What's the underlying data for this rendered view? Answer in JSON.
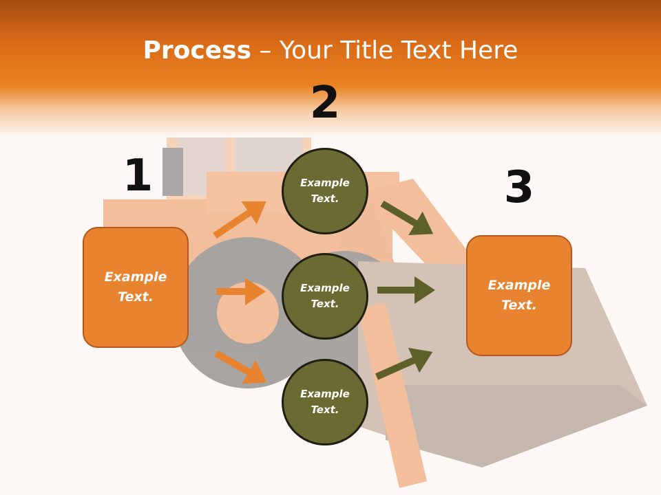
{
  "slide": {
    "title_bold": "Process",
    "title_rest": " – Your Title Text Here"
  },
  "steps": {
    "number_1": "1",
    "number_2": "2",
    "number_3": "3"
  },
  "left_box": {
    "text_line1": "Example",
    "text_line2": "Text."
  },
  "right_box": {
    "text_line1": "Example",
    "text_line2": "Text."
  },
  "circles": [
    {
      "line1": "Example",
      "line2": "Text."
    },
    {
      "line1": "Example",
      "line2": "Text."
    },
    {
      "line1": "Example",
      "line2": "Text."
    }
  ],
  "colors": {
    "header": "#e8811f",
    "box_fill": "#e8832f",
    "circle_fill": "#6b6a32",
    "arrow_orange": "#e8832f",
    "arrow_olive": "#5e6029"
  },
  "background_image": "wheel-loader-bulldozer"
}
